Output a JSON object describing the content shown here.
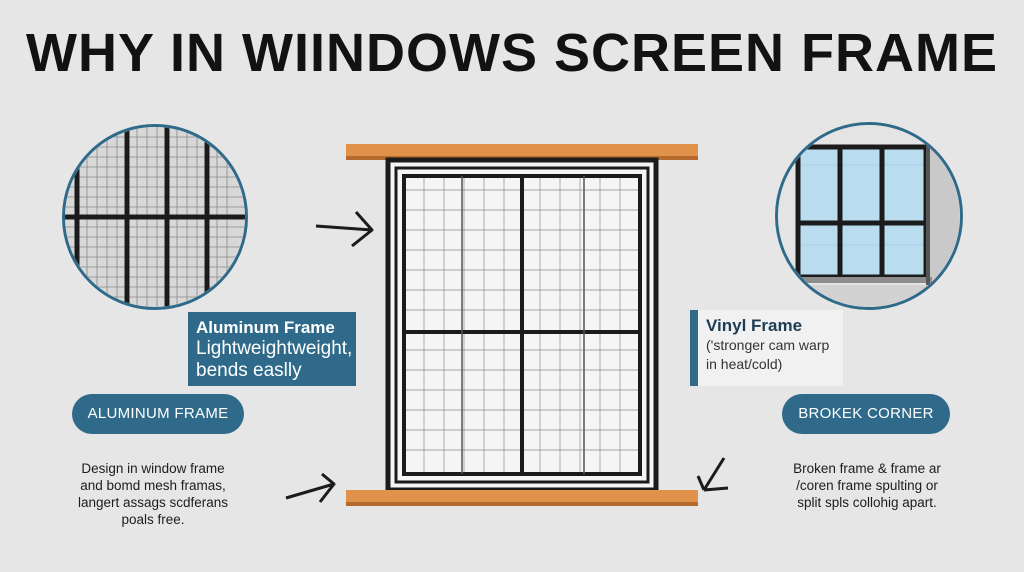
{
  "title": "WHY IN WIINDOWS SCREEN FRAME",
  "left": {
    "box_heading": "Aluminum Frame",
    "box_line1": "Lightweightweight,",
    "box_line2": "bends easlly",
    "pill": "ALUMINUM FRAME",
    "desc": [
      "Design in window frame",
      "and bomd mesh framas,",
      "langert assags scdferans",
      "poals free."
    ]
  },
  "right": {
    "box_heading": "Vinyl Frame",
    "box_line1": "('stronger cam warp",
    "box_line2": "in heat/cold)",
    "pill": "BROKEK CORNER",
    "desc": [
      "Broken frame & frame ar",
      "/coren frame spulting or",
      "split spls collohig apart."
    ]
  },
  "colors": {
    "accent": "#2f6a8a",
    "wood": "#e0924a",
    "frame": "#1b1b1b",
    "background": "#e6e6e6"
  }
}
